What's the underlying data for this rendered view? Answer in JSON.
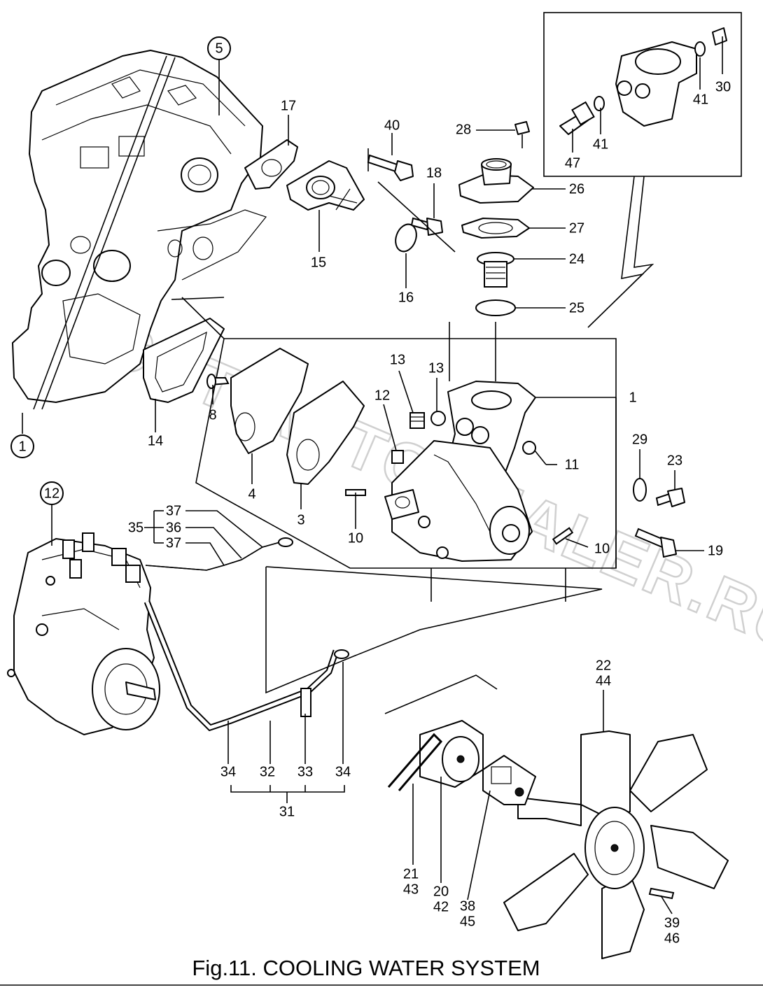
{
  "caption": "Fig.11.  COOLING WATER SYSTEM",
  "watermark": "MICHT-AUTODEALER.RU",
  "circled_refs": [
    "5",
    "1",
    "12"
  ],
  "callouts": {
    "c17": "17",
    "c40": "40",
    "c18": "18",
    "c15": "15",
    "c16": "16",
    "c28": "28",
    "c26": "26",
    "c27": "27",
    "c24": "24",
    "c25": "25",
    "c41a": "41",
    "c30": "30",
    "c41b": "41",
    "c47": "47",
    "c14": "14",
    "c8": "8",
    "c4": "4",
    "c3": "3",
    "c13a": "13",
    "c13b": "13",
    "c12": "12",
    "c1": "1",
    "c11": "11",
    "c29": "29",
    "c23": "23",
    "c10a": "10",
    "c10b": "10",
    "c19": "19",
    "c37a": "37",
    "c35": "35",
    "c36": "36",
    "c37b": "37",
    "c34a": "34",
    "c32": "32",
    "c33": "33",
    "c34b": "34",
    "c31": "31",
    "c22": "22",
    "c44": "44",
    "c21": "21",
    "c43": "43",
    "c20": "20",
    "c42": "42",
    "c38": "38",
    "c45": "45",
    "c39": "39",
    "c46": "46"
  }
}
